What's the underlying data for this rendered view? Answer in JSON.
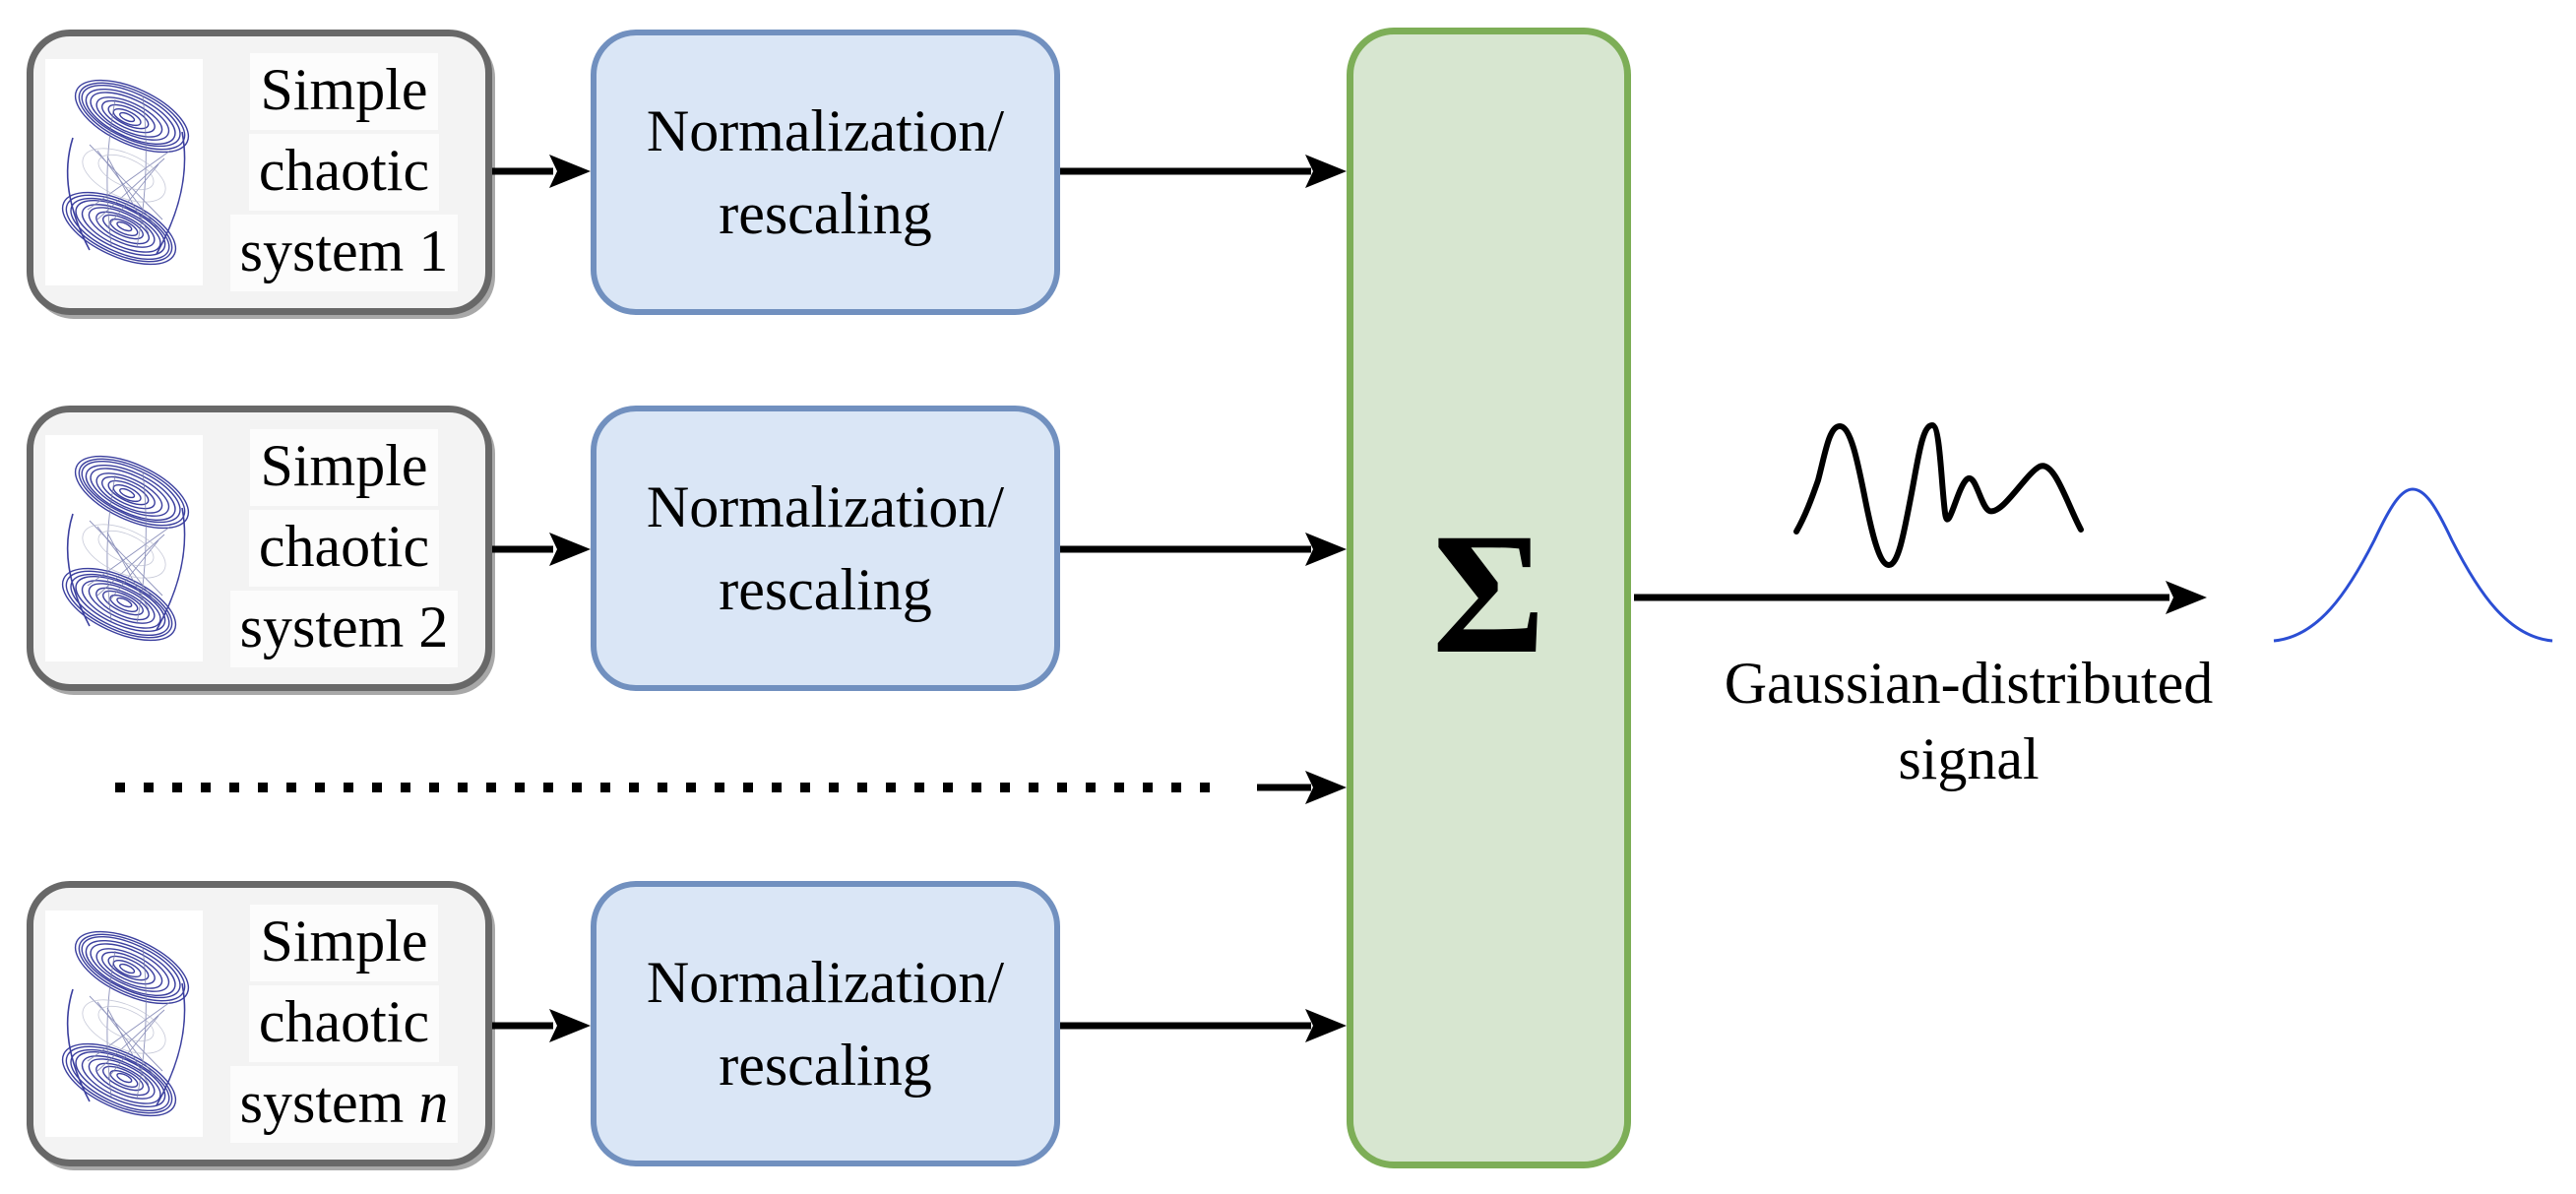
{
  "rows": [
    {
      "source_line1": "Simple",
      "source_line2": "chaotic",
      "source_line3_word": "system",
      "source_line3_num": "1",
      "process_line1": "Normalization/",
      "process_line2": "rescaling"
    },
    {
      "source_line1": "Simple",
      "source_line2": "chaotic",
      "source_line3_word": "system",
      "source_line3_num": "2",
      "process_line1": "Normalization/",
      "process_line2": "rescaling"
    },
    {
      "source_line1": "Simple",
      "source_line2": "chaotic",
      "source_line3_word": "system",
      "source_line3_num": "n",
      "process_line1": "Normalization/",
      "process_line2": "rescaling"
    }
  ],
  "sum_symbol": "Σ",
  "output_label": {
    "line1": "Gaussian-distributed",
    "line2": "signal"
  },
  "icons": {
    "source": "chaotic-attractor-icon",
    "pre_output": "noisy-signal-icon",
    "output": "gaussian-curve-icon"
  },
  "colors": {
    "source_box_fill": "#f3f3f3",
    "source_box_border": "#686868",
    "process_box_fill": "#dae6f6",
    "process_box_border": "#7190bf",
    "sum_box_fill": "#d7e6d0",
    "sum_box_border": "#7dae57",
    "arrow": "#000000",
    "gaussian_curve": "#2b4ed4",
    "attractor_stroke": "#3b3f9e"
  }
}
